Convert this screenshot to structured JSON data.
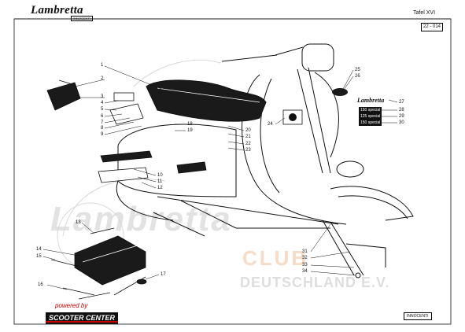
{
  "header": {
    "brand_logo": "Lambretta",
    "brand_sub": "INNOCENTI",
    "plate_label": "Tafel XVI",
    "plate_code": "22 - 014"
  },
  "callouts": [
    "1",
    "2",
    "3",
    "4",
    "5",
    "6",
    "7",
    "8",
    "9",
    "10",
    "11",
    "12",
    "13",
    "14",
    "15",
    "16",
    "17",
    "18",
    "19",
    "20",
    "21",
    "22",
    "23",
    "24",
    "25",
    "26",
    "27",
    "28",
    "29",
    "30",
    "31",
    "32",
    "33",
    "34"
  ],
  "decals": {
    "script": "Lambretta",
    "d28": "150 special",
    "d29": "125 special",
    "d30": "150 special"
  },
  "watermark": {
    "lambretta": "Lambretta",
    "club": "CLUB",
    "deutschland": "DEUTSCHLAND E.V."
  },
  "footer": {
    "powered_by": "powered by",
    "sponsor": "SCOOTER CENTER",
    "badge": "INNOCENTI"
  },
  "colors": {
    "line": "#111111",
    "watermark_grey": "#e2e2e2",
    "watermark_orange": "#f6dcc6",
    "sponsor_red": "#cc0000"
  }
}
